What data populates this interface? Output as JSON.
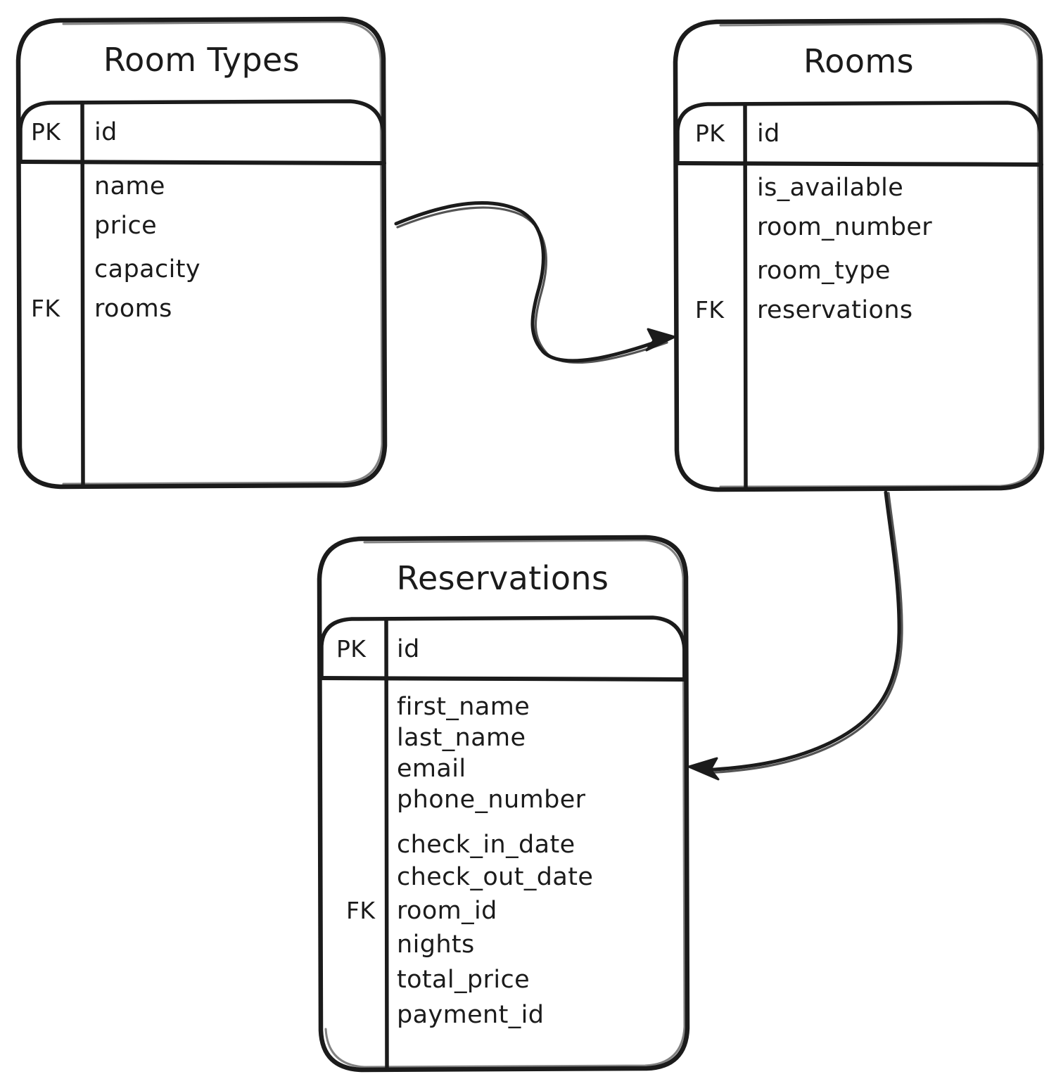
{
  "diagram": {
    "type": "entity-relationship-diagram",
    "style": "hand-drawn",
    "background_color": "#ffffff",
    "stroke_color": "#1b1b1b",
    "entities": [
      {
        "id": "room_types",
        "title": "Room Types",
        "key_labels": {
          "pk": "PK",
          "fk": "FK"
        },
        "primary_key": "id",
        "fields": [
          "name",
          "price",
          "capacity",
          "rooms"
        ],
        "fk_field": "rooms"
      },
      {
        "id": "rooms",
        "title": "Rooms",
        "key_labels": {
          "pk": "PK",
          "fk": "FK"
        },
        "primary_key": "id",
        "fields": [
          "is_available",
          "room_number",
          "room_type",
          "reservations"
        ],
        "fk_field": "reservations"
      },
      {
        "id": "reservations",
        "title": "Reservations",
        "key_labels": {
          "pk": "PK",
          "fk": "FK"
        },
        "primary_key": "id",
        "fields": [
          "first_name",
          "last_name",
          "email",
          "phone_number",
          "check_in_date",
          "check_out_date",
          "room_id",
          "nights",
          "total_price",
          "payment_id"
        ],
        "fk_field": "room_id"
      }
    ],
    "relationships": [
      {
        "id": "rel-room-types-to-rooms",
        "from": "room_types",
        "to": "rooms",
        "direction": "to-rooms"
      },
      {
        "id": "rel-rooms-to-reservations",
        "from": "rooms",
        "to": "reservations",
        "direction": "to-reservations"
      }
    ]
  }
}
